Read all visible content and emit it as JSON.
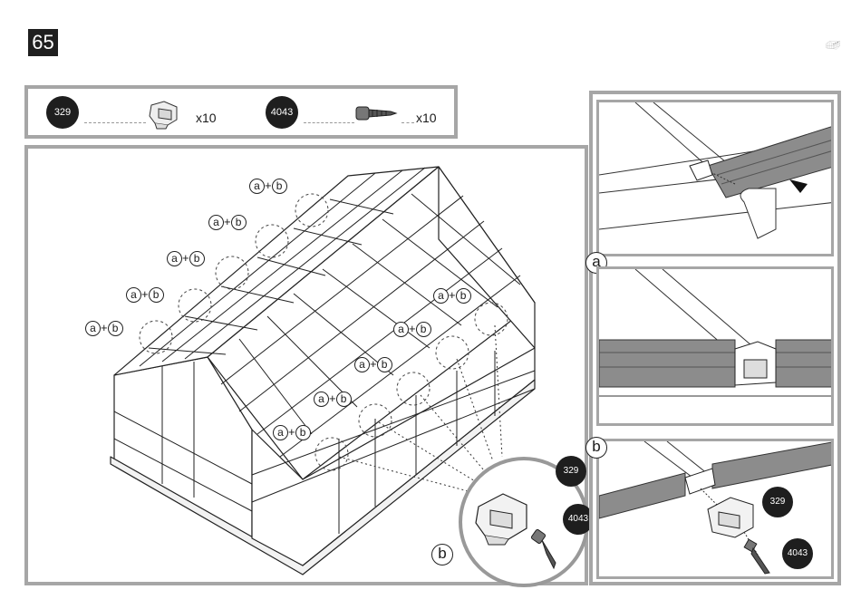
{
  "step": {
    "number": "65"
  },
  "parts": [
    {
      "code": "329",
      "quantity": "x10",
      "icon": "clip-icon"
    },
    {
      "code": "4043",
      "quantity": "x10",
      "icon": "screw-icon"
    }
  ],
  "callouts": {
    "ab_label_a": "a",
    "ab_label_plus": "+",
    "ab_label_b": "b"
  },
  "zoom": {
    "label": "b",
    "part1": "329",
    "part2": "4043"
  },
  "detail": {
    "panel_a_label": "a",
    "panel_b_label": "b",
    "b_part1": "329",
    "b_part2": "4043"
  },
  "colors": {
    "frame": "#a6a6a6",
    "badge": "#1e1e1e",
    "panel_gray": "#8c8c8c"
  }
}
